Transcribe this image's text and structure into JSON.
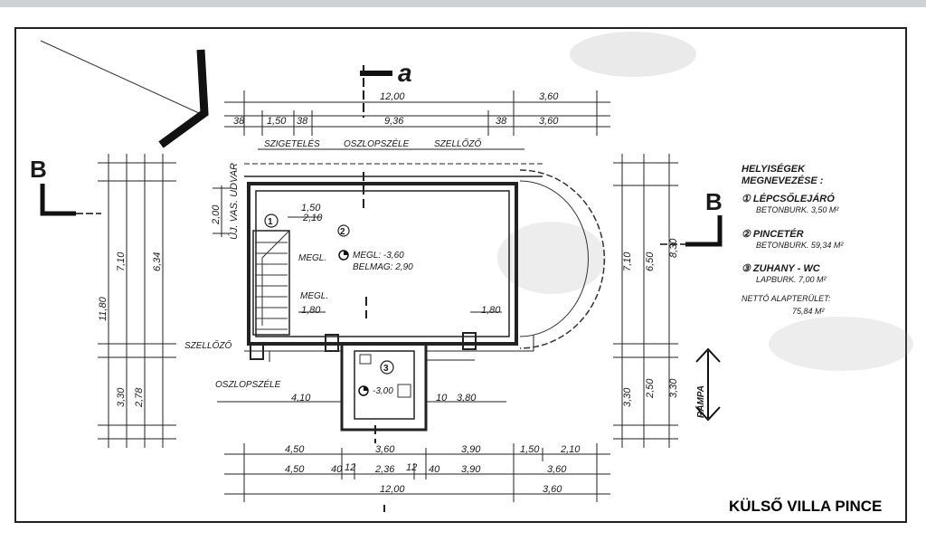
{
  "caption": "KÜLSŐ VILLA PINCE",
  "section_marks": {
    "a": "a",
    "b_left": "B",
    "b_right": "B"
  },
  "dims": {
    "top_total": "12,00",
    "top_right": "3,60",
    "top_seg_1": "38",
    "top_seg_2": "1,50",
    "top_seg_3": "38",
    "top_seg_4": "9,36",
    "top_seg_5": "38",
    "top_seg_6": "3,60",
    "bot1_a": "4,50",
    "bot1_b": "3,60",
    "bot1_c": "3,90",
    "bot1_d": "1,50",
    "bot1_e": "2,10",
    "bot2_a": "4,50",
    "bot2_b": "40",
    "bot2_c": "12",
    "bot2_d": "2,36",
    "bot2_e": "12",
    "bot2_f": "40",
    "bot2_g": "3,90",
    "bot2_h": "3,60",
    "bot3_a": "12,00",
    "bot3_b": "3,60",
    "left_1": "11,80",
    "left_2": "7,10",
    "left_3": "6,34",
    "left_4": "3,30",
    "left_5": "2,78",
    "right_1": "7,10",
    "right_2": "6,50",
    "right_3": "8,30",
    "right_4": "3,30",
    "right_5": "2,50",
    "right_6": "3,30",
    "stair_1": "1,50",
    "stair_2": "2,10",
    "stair_3": "2,00",
    "inner_1": "1,80",
    "inner_2": "1,80",
    "low_1": "4,10",
    "low_2": "3,80",
    "low_3": "10"
  },
  "labels": {
    "gerendafodem": "SZIGETELÉS",
    "oszlop_top": "OSZLOPSZÉLE",
    "szellozo_top": "SZELLŐZŐ",
    "szellozo_left": "SZELLŐZŐ",
    "oszlop_left": "OSZLOPSZÉLE",
    "vertical_note": "ÚJ. VAS. UDVAR",
    "megl_1": "MEGL.",
    "megl_2": "MEGL.",
    "level_main": "MEGL: -3,60",
    "level_height": "BELMAG: 2,90",
    "level_wc": "-3,00",
    "rampa": "RÁMPA",
    "room_1": "1",
    "room_2": "2",
    "room_3": "3"
  },
  "legend": {
    "heading_1": "HELYISÉGEK",
    "heading_2": "MEGNEVEZÉSE :",
    "item_1_name": "① LÉPCSŐLEJÁRÓ",
    "item_1_sub": "BETONBURK. 3,50 M²",
    "item_2_name": "② PINCETÉR",
    "item_2_sub": "BETONBURK. 59,34 M²",
    "item_3_name": "③ ZUHANY - WC",
    "item_3_sub": "LAPBURK. 7,00 M²",
    "total_1": "NETTÓ ALAPTERÜLET:",
    "total_2": "75,84 M²"
  }
}
